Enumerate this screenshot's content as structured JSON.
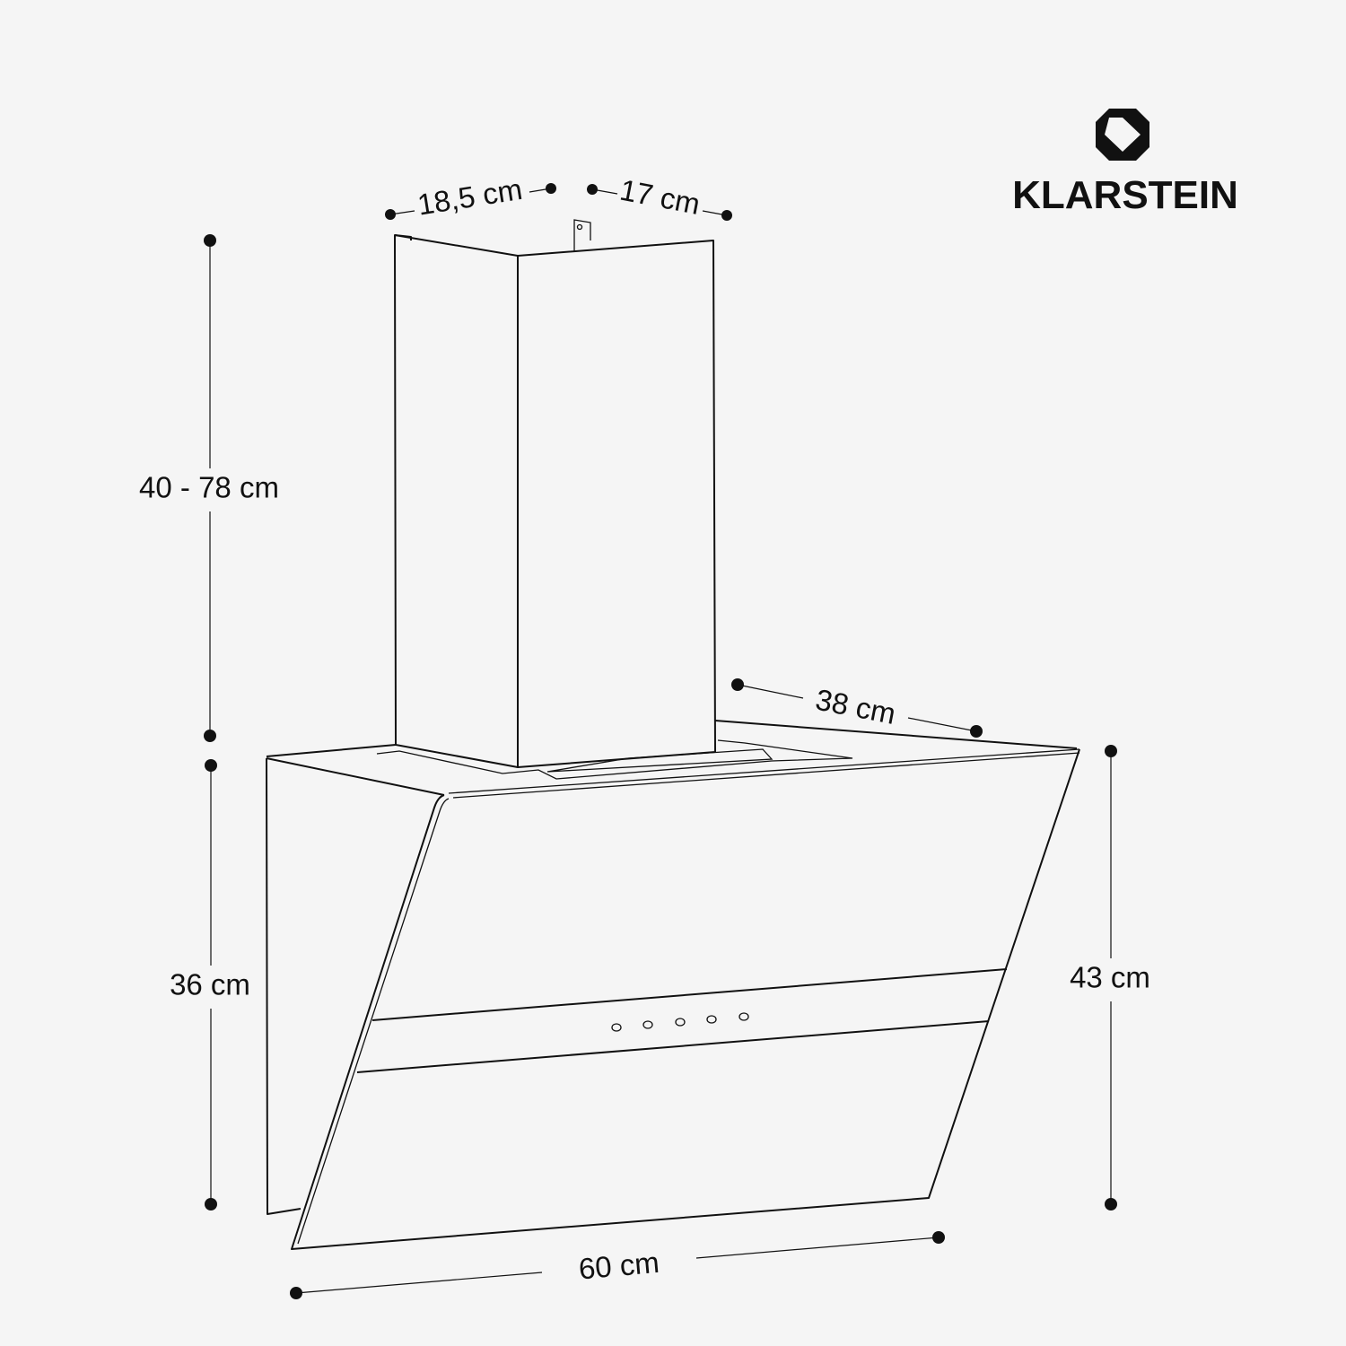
{
  "brand": {
    "name": "KLARSTEIN"
  },
  "dimensions": {
    "chimney_width": "18,5 cm",
    "chimney_depth": "17 cm",
    "chimney_height": "40 - 78 cm",
    "body_depth": "38 cm",
    "body_height": "36 cm",
    "glass_height": "43 cm",
    "width": "60 cm"
  },
  "colors": {
    "background": "#f5f5f5",
    "line": "#111111"
  }
}
